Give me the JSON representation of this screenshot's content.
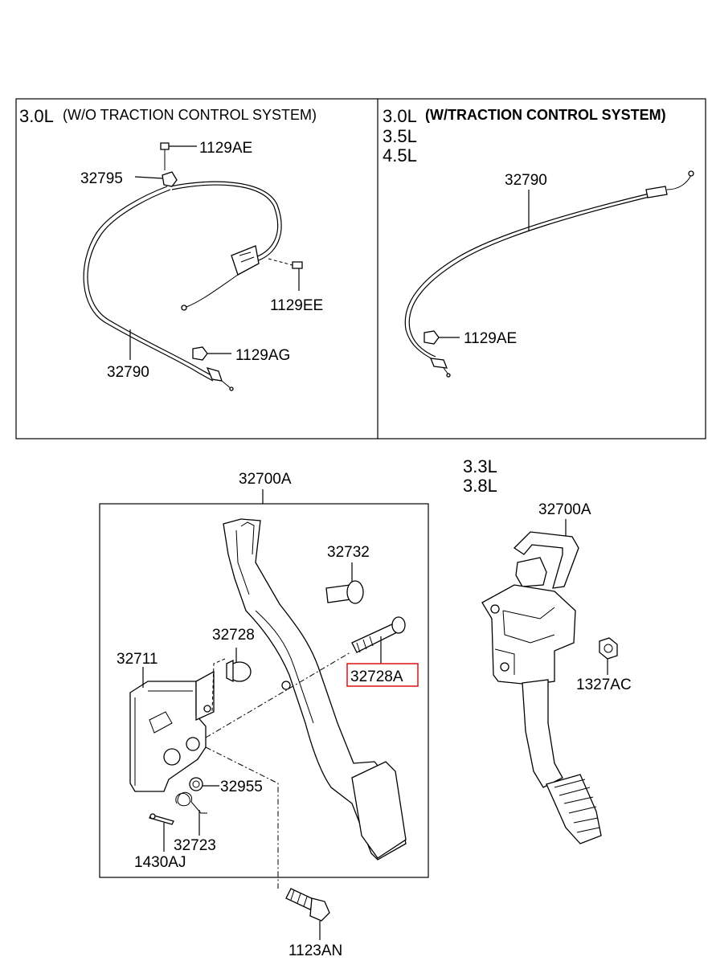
{
  "panels": {
    "top_left": {
      "engine": "3.0L",
      "note": "(W/O TRACTION CONTROL SYSTEM)"
    },
    "top_right": {
      "engines": [
        "3.0L",
        "3.5L",
        "4.5L"
      ],
      "note": "(W/TRACTION CONTROL SYSTEM)"
    },
    "bottom_right": {
      "engines": [
        "3.3L",
        "3.8L"
      ]
    }
  },
  "labels": {
    "tl_1129AE": "1129AE",
    "tl_32795": "32795",
    "tl_1129EE": "1129EE",
    "tl_1129AG": "1129AG",
    "tl_32790": "32790",
    "tr_32790": "32790",
    "tr_1129AE": "1129AE",
    "bl_32700A": "32700A",
    "bl_32732": "32732",
    "bl_32728": "32728",
    "bl_32711": "32711",
    "bl_32728A": "32728A",
    "bl_32955": "32955",
    "bl_32723": "32723",
    "bl_1430AJ": "1430AJ",
    "bl_1123AN": "1123AN",
    "br_32700A": "32700A",
    "br_1327AC": "1327AC"
  },
  "highlight": {
    "part": "32728A",
    "color": "#e02020"
  }
}
